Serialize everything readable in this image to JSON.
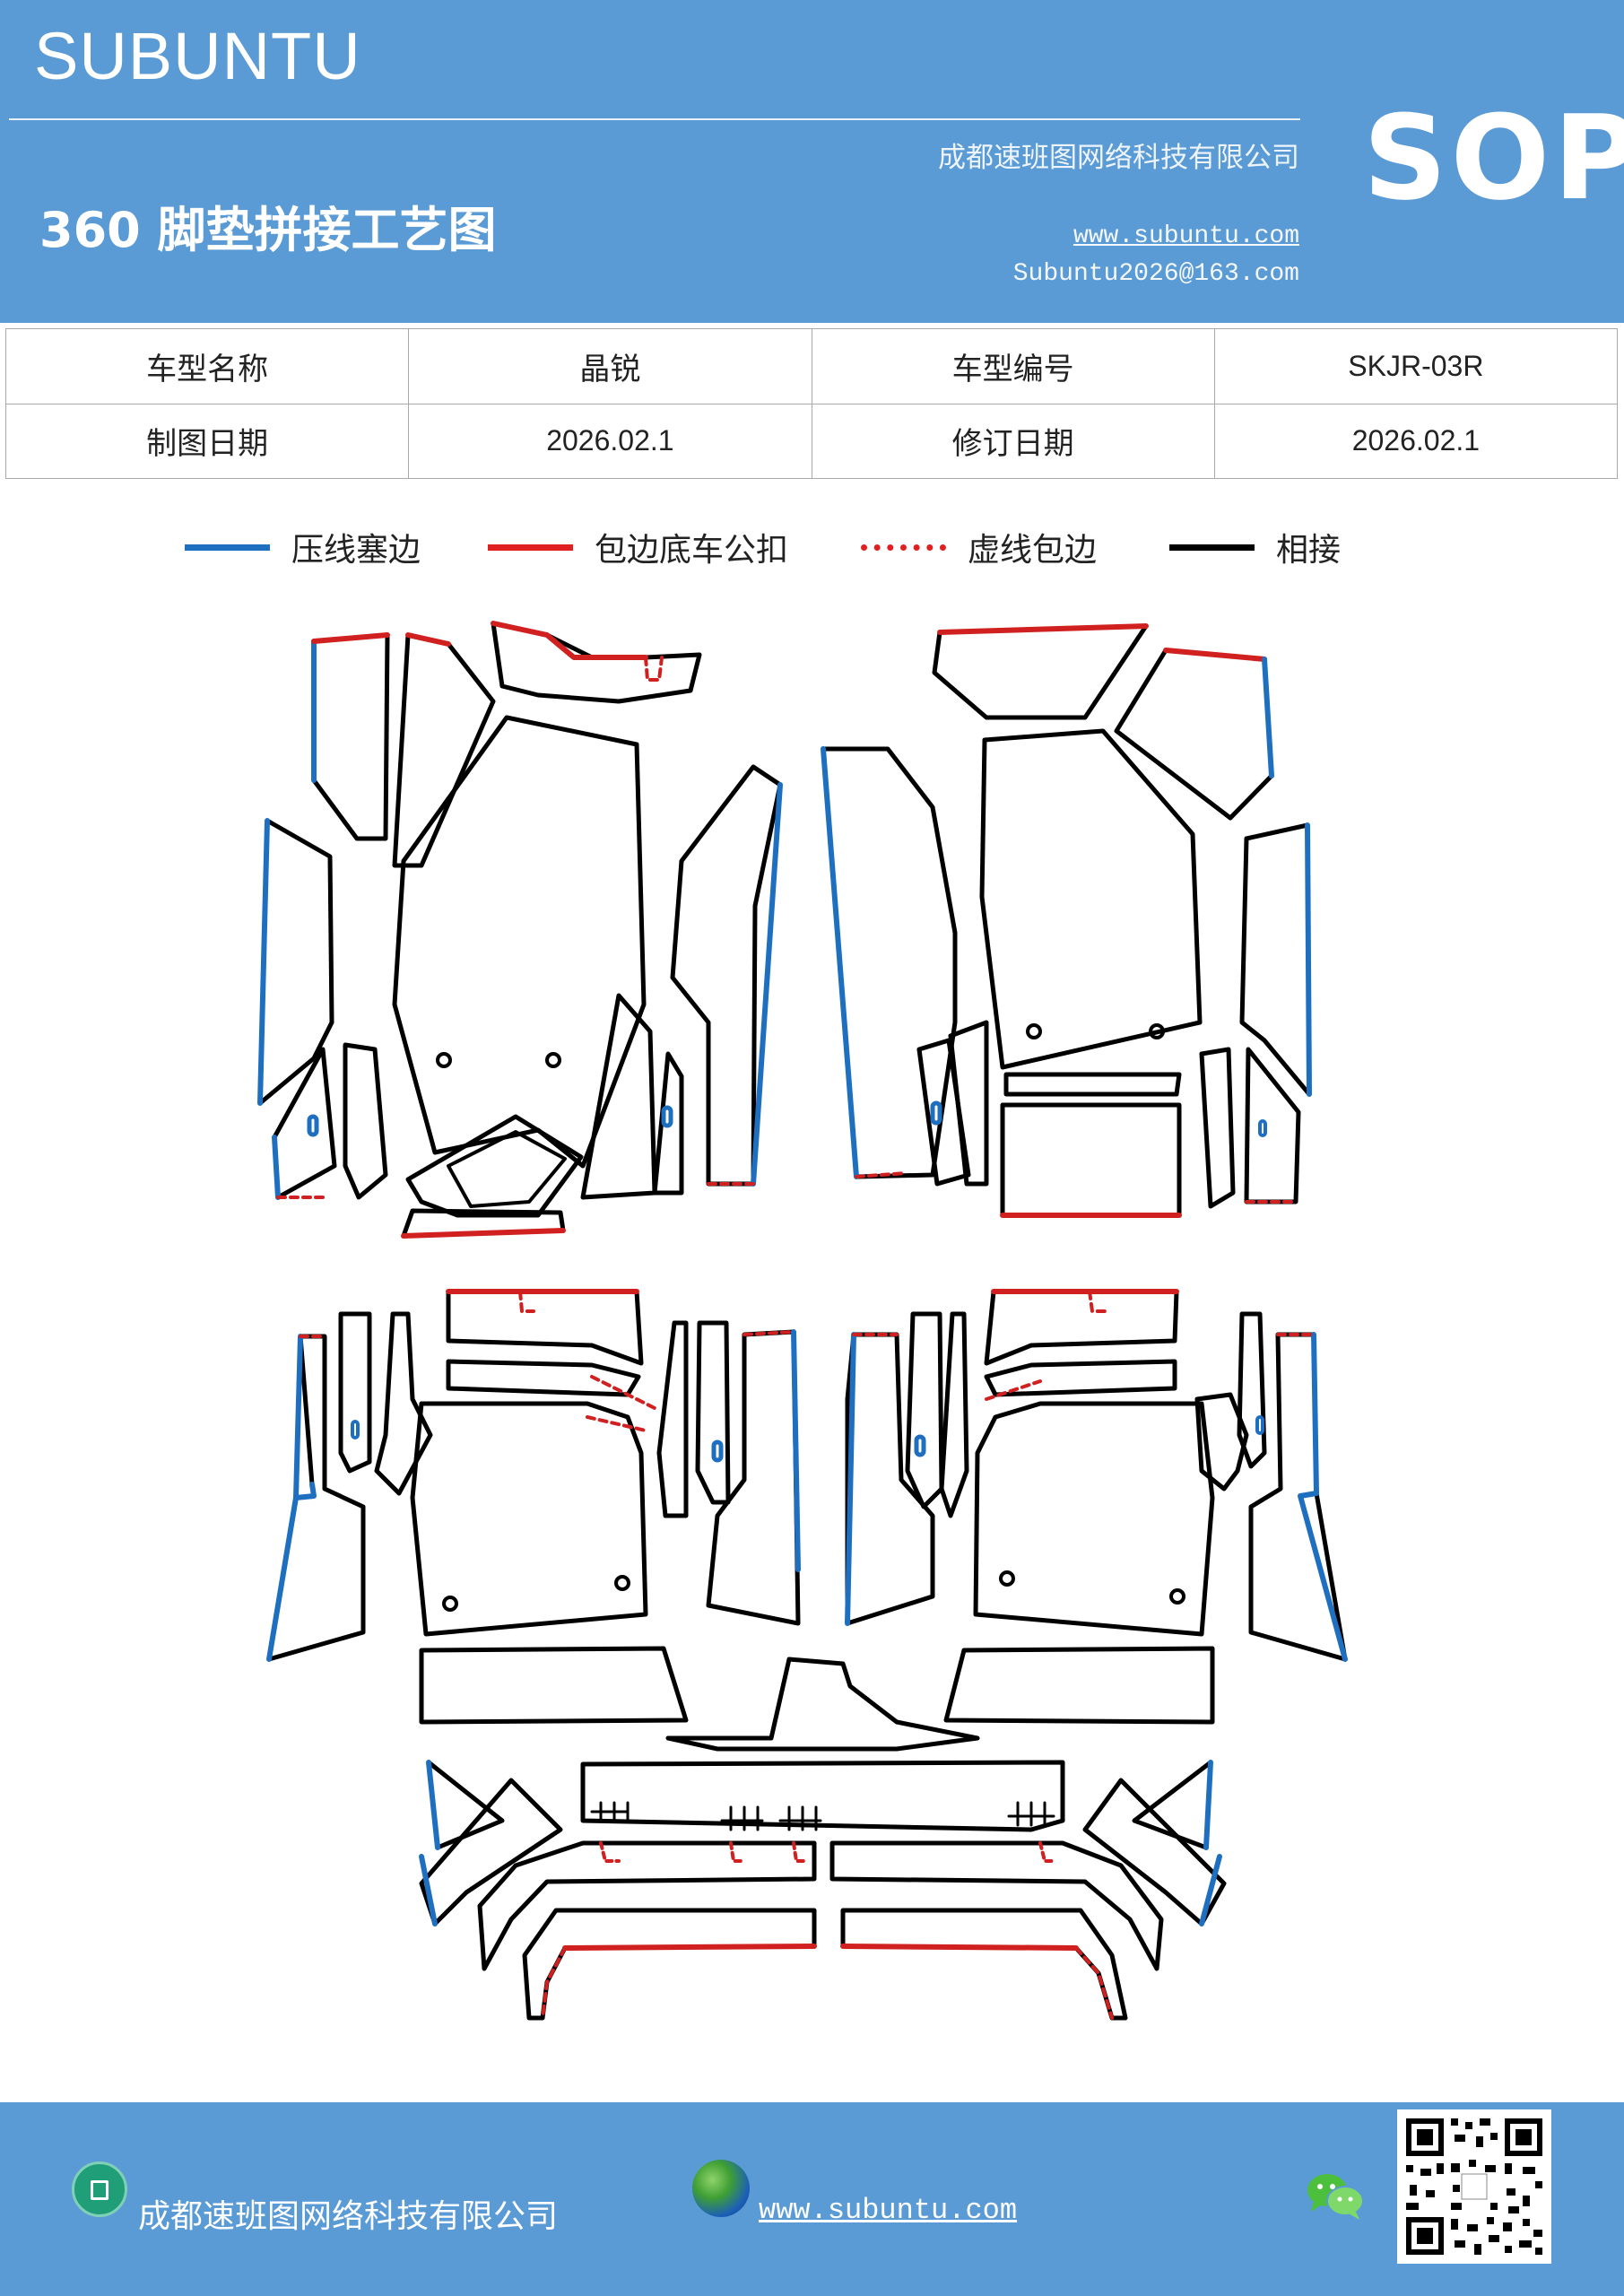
{
  "header": {
    "brand": "SUBUNTU",
    "title": "360 脚垫拼接工艺图",
    "company": "成都速班图网络科技有限公司",
    "website": "www.subuntu.com",
    "email": "Subuntu2026@163.com",
    "sop": "SOP",
    "background_color": "#5b9bd5"
  },
  "info_table": {
    "row1": {
      "label1": "车型名称",
      "value1": "晶锐",
      "label2": "车型编号",
      "value2": "SKJR-03R"
    },
    "row2": {
      "label1": "制图日期",
      "value1": "2026.02.1",
      "label2": "修订日期",
      "value2": "2026.02.1"
    }
  },
  "legend": [
    {
      "label": "压线塞边",
      "color": "#1f6fc1",
      "style": "solid"
    },
    {
      "label": "包边底车公扣",
      "color": "#e02020",
      "style": "solid"
    },
    {
      "label": "虚线包边",
      "color": "#e02020",
      "style": "dashed"
    },
    {
      "label": "相接",
      "color": "#000000",
      "style": "solid"
    }
  ],
  "footer": {
    "company": "成都速班图网络科技有限公司",
    "website": "www.subuntu.com",
    "icons": [
      "building-icon",
      "globe-icon",
      "wechat-icon",
      "qr-code"
    ]
  }
}
